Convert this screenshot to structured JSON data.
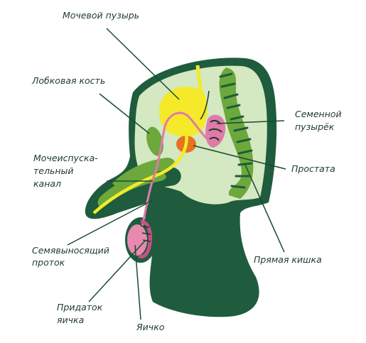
{
  "labels": {
    "bladder": "Мочевой пузырь",
    "pubic_bone": "Лобковая кость",
    "urethra_line1": "Мочеиспуска-",
    "urethra_line2": "тельный",
    "urethra_line3": "канал",
    "vas_deferens_line1": "Семявыносящий",
    "vas_deferens_line2": "проток",
    "epididymis_line1": "Придаток",
    "epididymis_line2": "яичка",
    "testicle": "Яичко",
    "rectum": "Прямая кишка",
    "prostate": "Простата",
    "seminal_vesicle_line1": "Семенной",
    "seminal_vesicle_line2": "пузырёк"
  },
  "colors": {
    "body_outline": "#1e5c3d",
    "tissue": "#d4e8c2",
    "organ_green": "#6ca83c",
    "dark_green": "#1e5c3d",
    "bladder": "#f4ea2a",
    "urethra": "#f4ea2a",
    "prostate": "#e5731f",
    "pink": "#e07aa8",
    "testis": "#e88ab0"
  }
}
